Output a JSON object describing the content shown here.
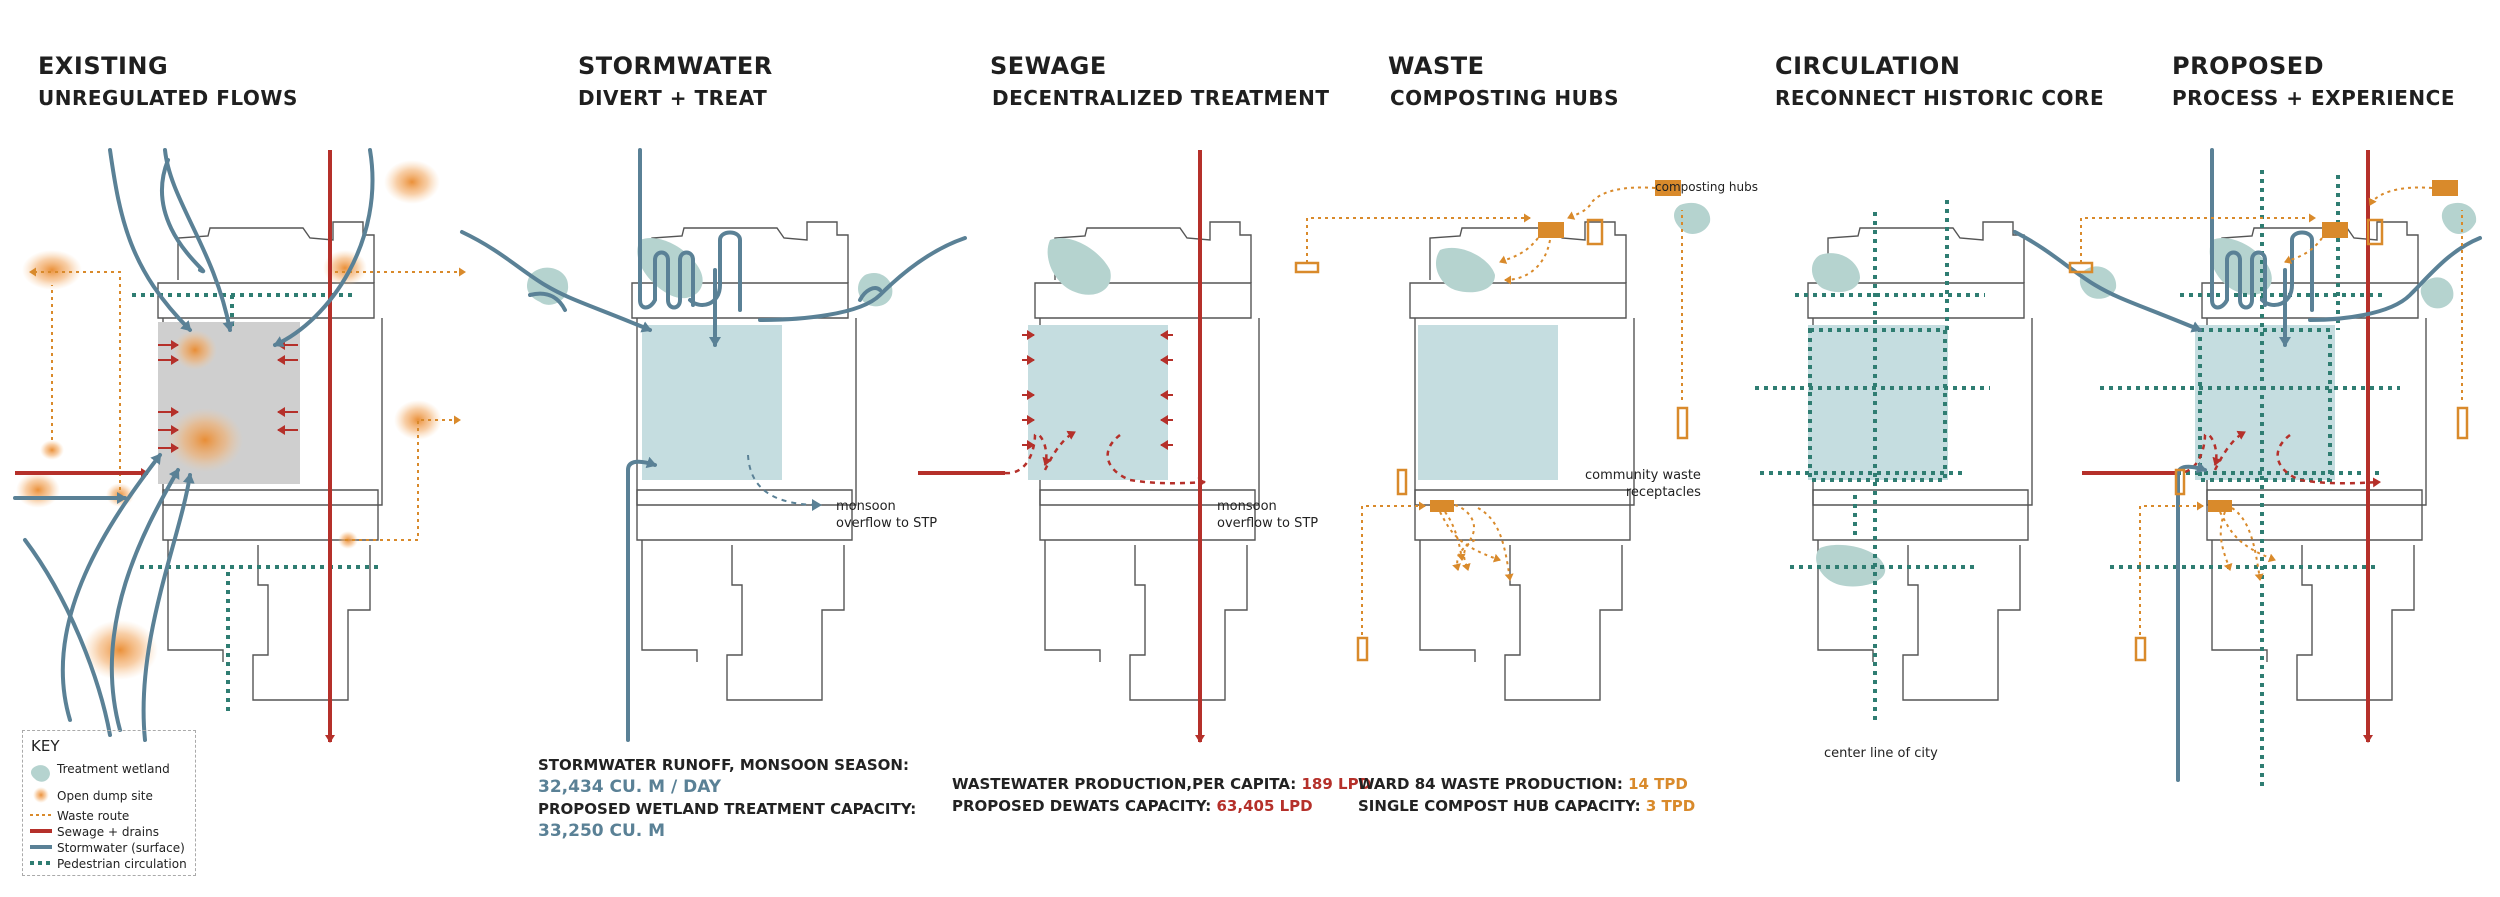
{
  "panels": [
    {
      "title": "EXISTING",
      "subtitle": "UNREGULATED FLOWS"
    },
    {
      "title": "STORMWATER",
      "subtitle": "DIVERT + TREAT"
    },
    {
      "title": "SEWAGE",
      "subtitle": "DECENTRALIZED TREATMENT"
    },
    {
      "title": "WASTE",
      "subtitle": "COMPOSTING HUBS"
    },
    {
      "title": "CIRCULATION",
      "subtitle": "RECONNECT HISTORIC CORE"
    },
    {
      "title": "PROPOSED",
      "subtitle": "PROCESS + EXPERIENCE"
    }
  ],
  "annotations": {
    "stormwater_overflow": "monsoon\noverflow to STP",
    "sewage_overflow": "monsoon\noverflow to STP",
    "composting_hubs": "composting hubs",
    "community_waste": "community waste\nreceptacles",
    "center_line": "center line of city"
  },
  "stats": {
    "stormwater_runoff_label": "STORMWATER RUNOFF, MONSOON SEASON:",
    "stormwater_runoff_value": "32,434 CU. M / DAY",
    "wetland_capacity_label": "PROPOSED WETLAND TREATMENT CAPACITY:",
    "wetland_capacity_value": "33,250 CU. M",
    "wastewater_label": "WASTEWATER PRODUCTION,PER CAPITA:",
    "wastewater_value": "189 LPD",
    "dewats_label": "PROPOSED DEWATS CAPACITY:",
    "dewats_value": "63,405 LPD",
    "ward_label": "WARD 84 WASTE PRODUCTION:",
    "ward_value": "14 TPD",
    "hub_label": "SINGLE COMPOST HUB CAPACITY:",
    "hub_value": "3 TPD"
  },
  "key": {
    "title": "KEY",
    "items": [
      {
        "label": "Treatment wetland",
        "symbol": "wetland"
      },
      {
        "label": "Open dump site",
        "symbol": "dump"
      },
      {
        "label": "Waste route",
        "symbol": "waste"
      },
      {
        "label": "Sewage + drains",
        "symbol": "sewage"
      },
      {
        "label": "Stormwater (surface)",
        "symbol": "storm"
      },
      {
        "label": "Pedestrian circulation",
        "symbol": "ped"
      }
    ]
  },
  "colors": {
    "sewage": "#b5302a",
    "storm": "#5a8196",
    "waste": "#d98a2b",
    "pedestrian": "#2f7d72",
    "wetland": "#c5dde0",
    "wetland_dark": "#b5d3cf",
    "dump": "#f0a860",
    "building": "#555555",
    "existing_fill": "#cfcfcf"
  }
}
